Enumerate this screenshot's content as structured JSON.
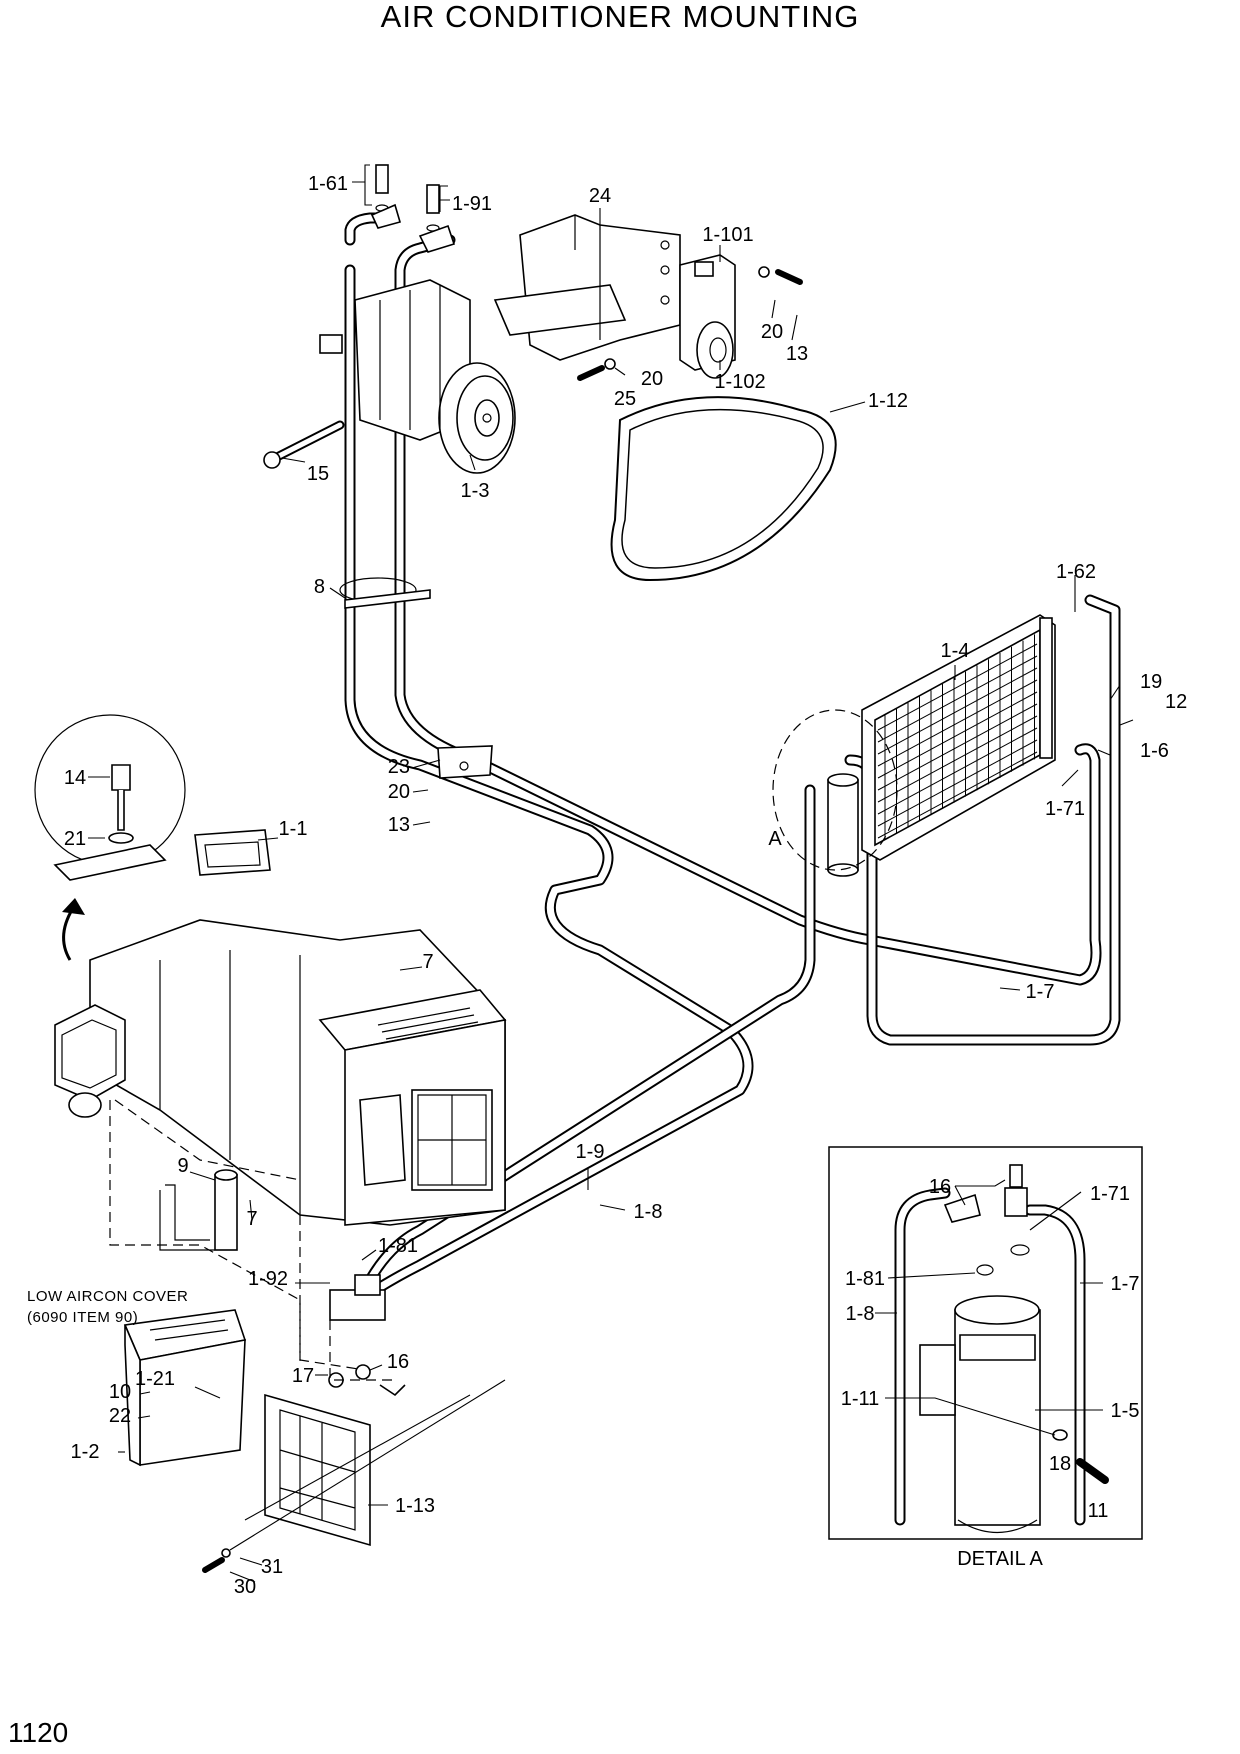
{
  "title": "AIR CONDITIONER MOUNTING",
  "page_number": "1120",
  "note_line1": "LOW AIRCON COVER",
  "note_line2": "(6090 ITEM 90)",
  "detail_caption": "DETAIL A",
  "detail_marker": "A",
  "callouts": {
    "c1_61": "1-61",
    "c1_91": "1-91",
    "c24": "24",
    "c1_101": "1-101",
    "c20a": "20",
    "c13a": "13",
    "c20b": "20",
    "c25": "25",
    "c1_102": "1-102",
    "c1_12": "1-12",
    "c15": "15",
    "c1_3": "1-3",
    "c8": "8",
    "c1_62": "1-62",
    "c1_4": "1-4",
    "c19": "19",
    "c12": "12",
    "c1_6": "1-6",
    "c1_71": "1-71",
    "c23": "23",
    "c20c": "20",
    "c13b": "13",
    "c14": "14",
    "c21": "21",
    "c1_1": "1-1",
    "c7a": "7",
    "c1_7": "1-7",
    "c1_9": "1-9",
    "c1_8": "1-8",
    "c9": "9",
    "c7b": "7",
    "c1_81": "1-81",
    "c1_92": "1-92",
    "c17": "17",
    "c16": "16",
    "c10": "10",
    "c1_21": "1-21",
    "c22": "22",
    "c1_2": "1-2",
    "c1_13": "1-13",
    "c31": "31",
    "c30": "30",
    "d16": "16",
    "d1_71": "1-71",
    "d1_81": "1-81",
    "d1_7": "1-7",
    "d1_8": "1-8",
    "d1_11": "1-11",
    "d1_5": "1-5",
    "d18": "18",
    "d11": "11"
  }
}
